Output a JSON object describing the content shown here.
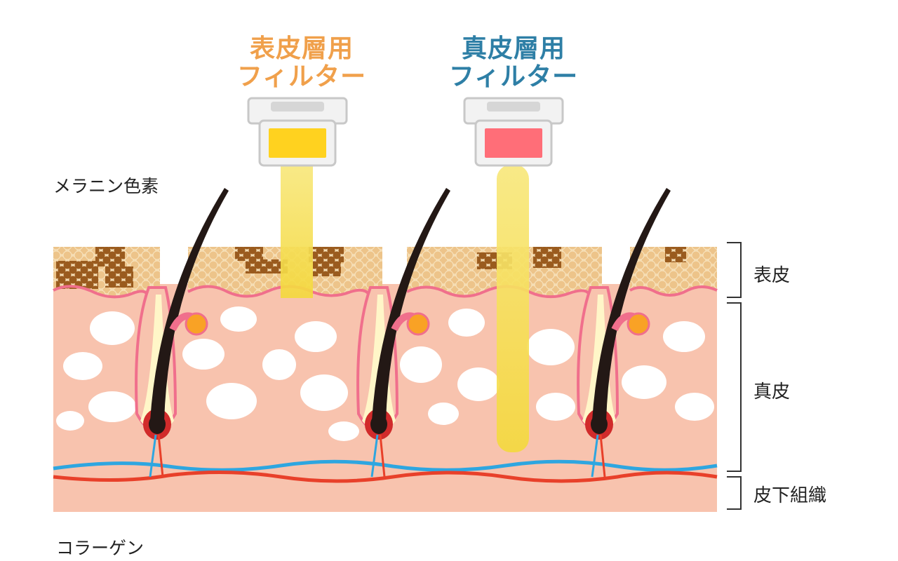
{
  "filters": [
    {
      "line1": "表皮層用",
      "line2": "フィルター",
      "color": "#F0A04B",
      "window_color": "#FFD21F"
    },
    {
      "line1": "真皮層用",
      "line2": "フィルター",
      "color": "#2E7FA6",
      "window_color": "#FF6E78"
    }
  ],
  "labels": {
    "melanin": "メラニン色素",
    "collagen": "コラーゲン"
  },
  "layers": {
    "epidermis": "表皮",
    "dermis": "真皮",
    "subcutaneous": "皮下組織"
  },
  "colors": {
    "skin": "#F8C3AE",
    "epidermis_cells": "#EDC48A",
    "melanin": "#9A5B1E",
    "border_pink": "#F06F8C",
    "vein": "#2EA6E0",
    "artery": "#E8402A",
    "hair": "#231815",
    "light_beam": "#F6E15A"
  }
}
